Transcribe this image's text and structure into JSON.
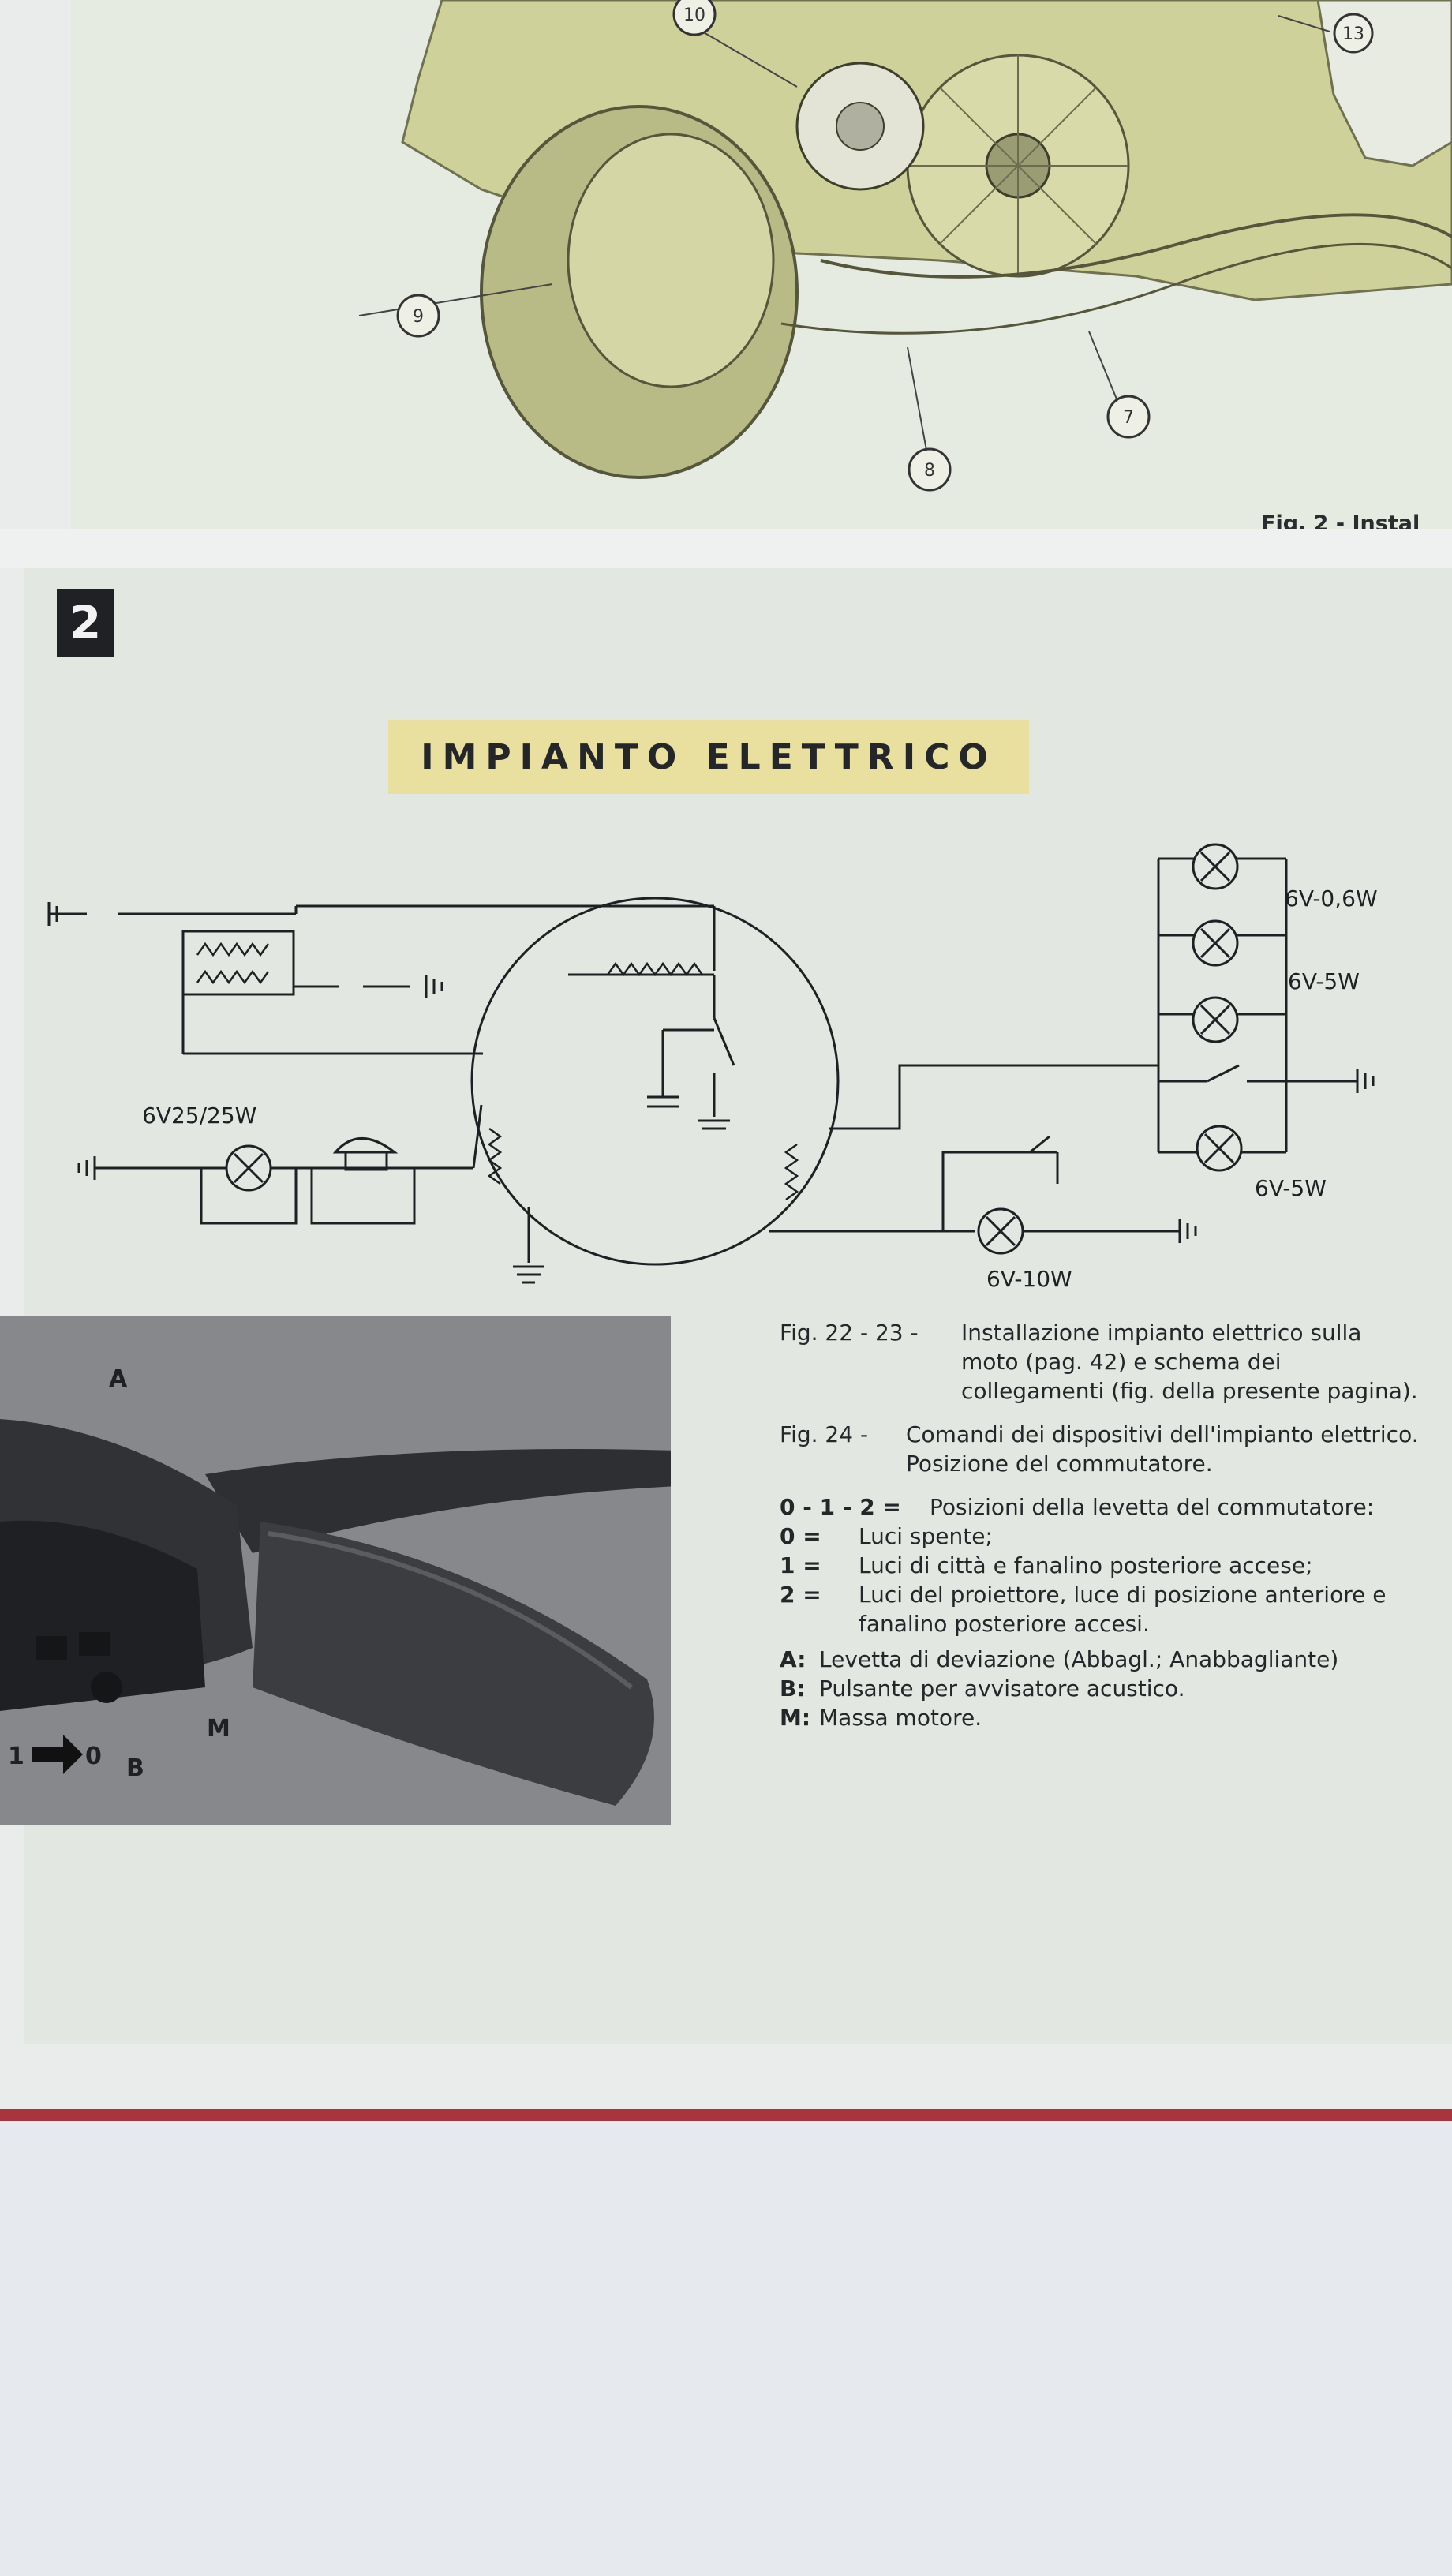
{
  "top_figure": {
    "callouts": [
      "10",
      "13",
      "9",
      "8",
      "7"
    ],
    "caption": "Fig. 2 - Instal"
  },
  "page_number": "2",
  "section_title": "IMPIANTO ELETTRICO",
  "diagram_labels": {
    "lamp_top": "6V-0,6W",
    "lamp_mid": "6V-5W",
    "lamp_low": "6V-5W",
    "headlamp": "6V25/25W",
    "stop_lamp": "6V-10W"
  },
  "photo_labels": {
    "a": "A",
    "b": "B",
    "m": "M",
    "zero": "0",
    "one": "1"
  },
  "captions": {
    "fig2223_key": "Fig. 22 - 23 -",
    "fig2223_text": "Installazione impianto elettrico sulla moto (pag. 42) e schema dei collegamenti (fig. della presente pagina).",
    "fig24_key": "Fig. 24 -",
    "fig24_text": "Comandi dei dispositivi dell'impianto elettrico. Posizione del commutatore."
  },
  "legend": [
    {
      "key": "0 - 1 - 2 =",
      "text": "Posizioni della levetta del commutatore:"
    },
    {
      "key": "0 =",
      "text": "Luci spente;"
    },
    {
      "key": "1 =",
      "text": "Luci di città e fanalino posteriore accese;"
    },
    {
      "key": "2 =",
      "text": "Luci del proiettore, luce di posizione anteriore e fanalino posteriore accesi."
    },
    {
      "key": "A:",
      "text": "Levetta di deviazione (Abbagl.; Anabbagliante)"
    },
    {
      "key": "B:",
      "text": "Pulsante per avvisatore acustico."
    },
    {
      "key": "M:",
      "text": "Massa motore."
    }
  ],
  "colors": {
    "illustration": "#cfd19a",
    "title_highlight": "#e9e09f",
    "binding_rule": "#a8343c"
  }
}
